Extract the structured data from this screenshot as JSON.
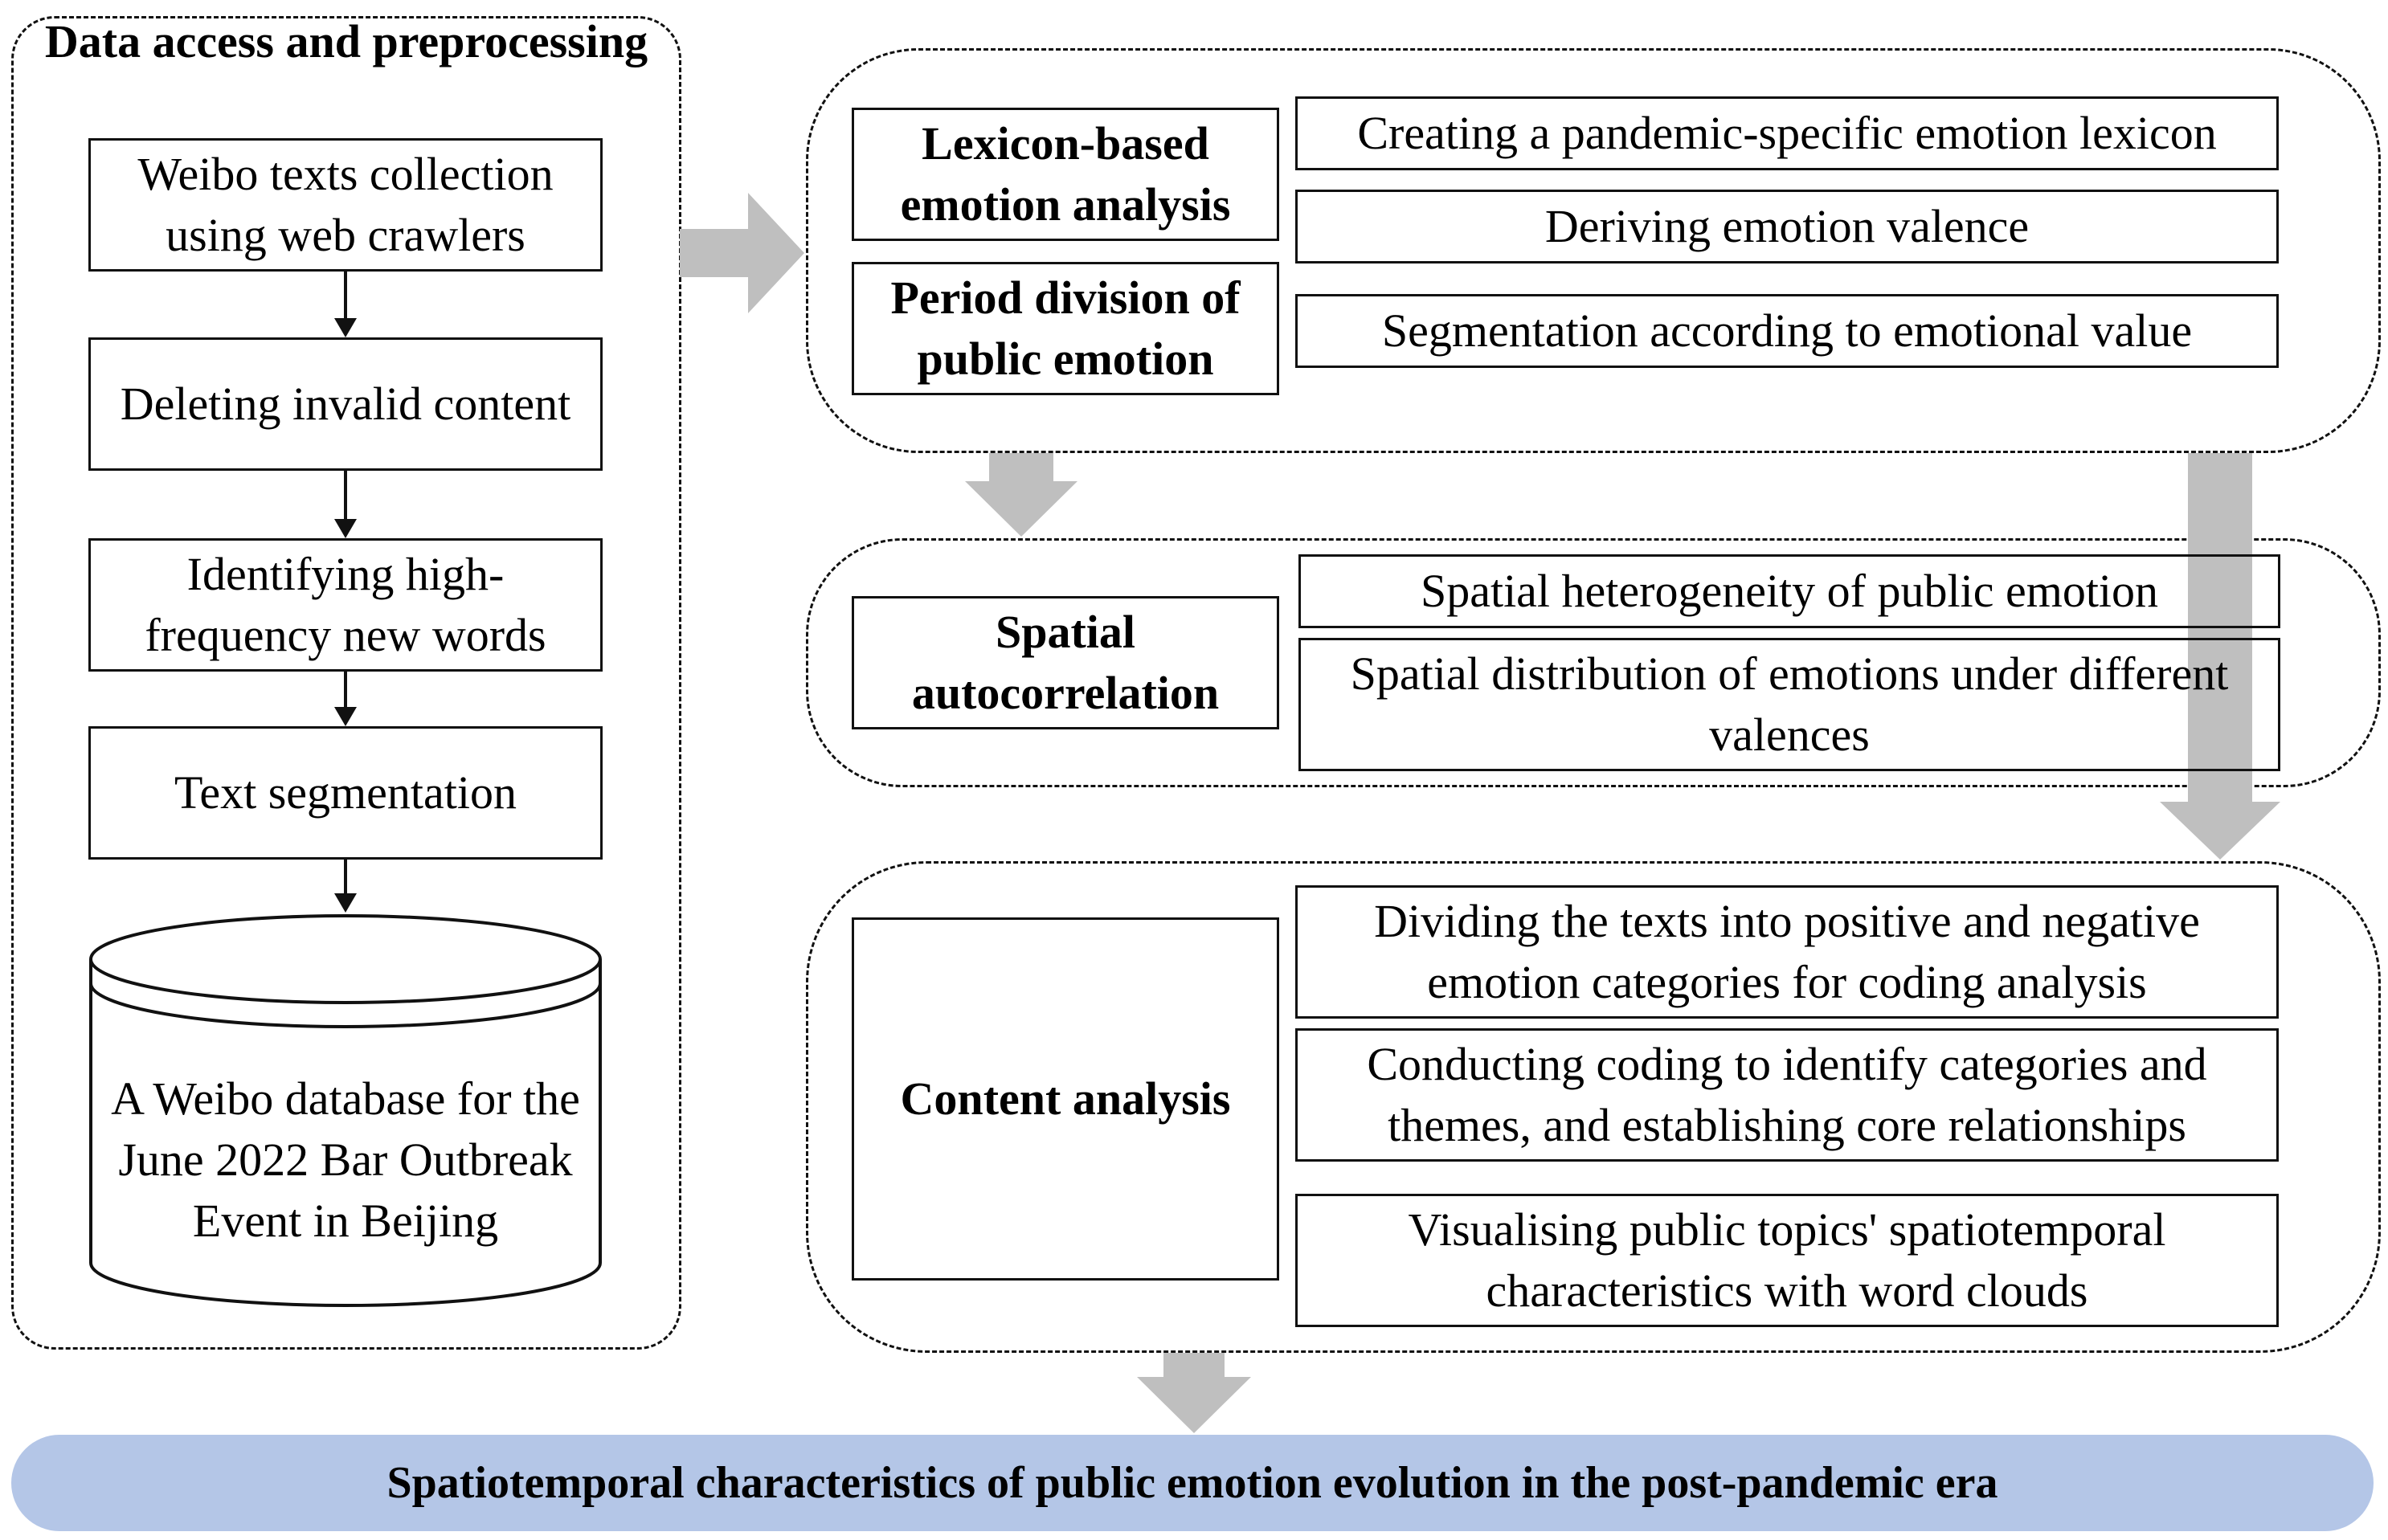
{
  "left_group": {
    "title": "Data access and preprocessing",
    "steps": [
      "Weibo texts collection using web crawlers",
      "Deleting invalid content",
      "Identifying high-frequency new words",
      "Text segmentation"
    ],
    "database": "A Weibo database for the June 2022 Bar Outbreak Event in Beijing"
  },
  "group1": {
    "heads": [
      "Lexicon-based emotion analysis",
      "Period division of public emotion"
    ],
    "items": [
      "Creating a pandemic-specific emotion lexicon",
      "Deriving emotion valence",
      "Segmentation according to emotional value"
    ]
  },
  "group2": {
    "head": "Spatial autocorrelation",
    "items": [
      "Spatial heterogeneity of public emotion",
      "Spatial distribution of emotions under different valences"
    ]
  },
  "group3": {
    "head": "Content analysis",
    "items": [
      "Dividing the texts into positive and negative emotion categories for coding analysis",
      "Conducting coding to identify categories and themes, and establishing core relationships",
      "Visualising public topics' spatiotemporal characteristics with word clouds"
    ]
  },
  "result": "Spatiotemporal characteristics of public emotion evolution in the post-pandemic era",
  "colors": {
    "arrow": "#bfbfbf",
    "result_fill": "#b4c6e7",
    "line": "#111111"
  }
}
